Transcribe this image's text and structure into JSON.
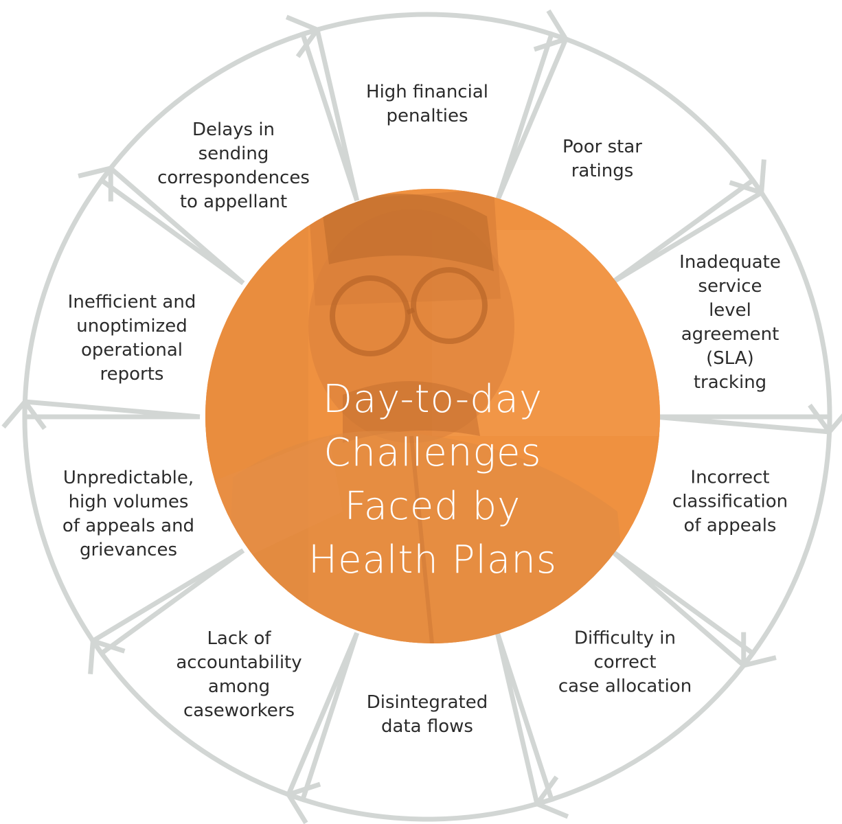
{
  "diagram": {
    "center_title": "Day-to-day\nChallenges\nFaced by\nHealth Plans",
    "segments": [
      {
        "label": "High financial\npenalties"
      },
      {
        "label": "Poor star\nratings"
      },
      {
        "label": "Inadequate\nservice level\nagreement\n(SLA) tracking"
      },
      {
        "label": "Incorrect\nclassification\nof appeals"
      },
      {
        "label": "Difficulty in\ncorrect\ncase allocation"
      },
      {
        "label": "Disintegrated\ndata flows"
      },
      {
        "label": "Lack of\naccountability\namong\ncaseworkers"
      },
      {
        "label": "Unpredictable,\nhigh volumes\nof appeals and\ngrievances"
      },
      {
        "label": "Inefficient and\nunoptimized\noperational\nreports"
      },
      {
        "label": "Delays in\nsending\ncorrespondences\nto appellant"
      }
    ],
    "colors": {
      "outline": "#d2d6d4",
      "hub": "#ef9140",
      "hub_text": "#ffffff",
      "label_text": "#2b2b2b"
    }
  }
}
